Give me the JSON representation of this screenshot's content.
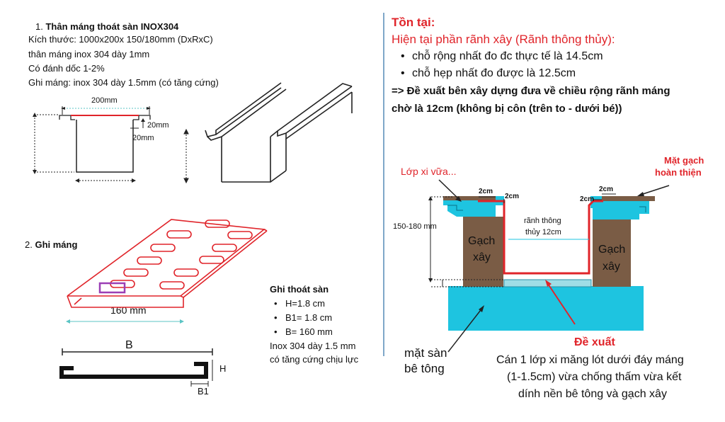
{
  "left": {
    "s1_num": "1.",
    "s1_title": "Thân máng thoát sàn INOX304",
    "s1_lines": [
      "Kích thước: 1000x200x 150/180mm (DxRxC)",
      "thân máng inox 304 dày 1mm",
      "Có đánh dốc 1-2%",
      "Ghi máng: inox 304 dày 1.5mm (có tăng cứng)"
    ],
    "dim_200": "200mm",
    "dim_20a": "20mm",
    "dim_20b": "20mm",
    "s2_num": "2.",
    "s2_title": "Ghi máng",
    "dim_160": "160 mm",
    "grate_title": "Ghi thoát sàn",
    "grate_specs": [
      "H=1.8 cm",
      "B1= 1.8 cm",
      "B= 160 mm"
    ],
    "grate_note1": "Inox 304 dày 1.5 mm",
    "grate_note2": "có tăng cứng chịu lực",
    "lbl_B": "B",
    "lbl_H": "H",
    "lbl_B1": "B1"
  },
  "right": {
    "title": "Tồn tại:",
    "subtitle": "Hiện tại phần rãnh xây (Rãnh thông thủy):",
    "bullets": [
      "chỗ rộng nhất đo đc thực tế là 14.5cm",
      "chỗ hẹp nhất đo được là 12.5cm"
    ],
    "proposal1": "=> Đề xuất bên xây dựng đưa về chiều rộng rãnh máng",
    "proposal2": "chờ là 12cm (không bị côn (trên to - dưới bé))",
    "lop_xi_vua": "Lớp xi vữa...",
    "mat_gach1": "Mặt gạch",
    "mat_gach2": "hoàn thiện",
    "dim_2cm": [
      "2cm",
      "2cm",
      "2cm",
      "2cm"
    ],
    "height_dim": "150-180 mm",
    "ranh1": "rãnh thông",
    "ranh2": "thủy 12cm",
    "gach_l1": "Gạch",
    "gach_l2": "xây",
    "gach_r1": "Gạch",
    "gach_r2": "xây",
    "de_xuat": "Đề xuất",
    "mat_san1": "mặt sàn",
    "mat_san2": "bê tông",
    "can_lop": "Cán 1 lớp xi măng lót dưới đáy máng",
    "can_lop2": "(1-1.5cm) vừa chống thấm vừa kết",
    "can_lop3": "dính nền bê tông và gạch xây"
  },
  "colors": {
    "red": "#e0242a",
    "teal": "#1ec4e0",
    "brick": "#7a5c45",
    "purple": "#9b3fb5",
    "divider": "#7fa7c9"
  }
}
